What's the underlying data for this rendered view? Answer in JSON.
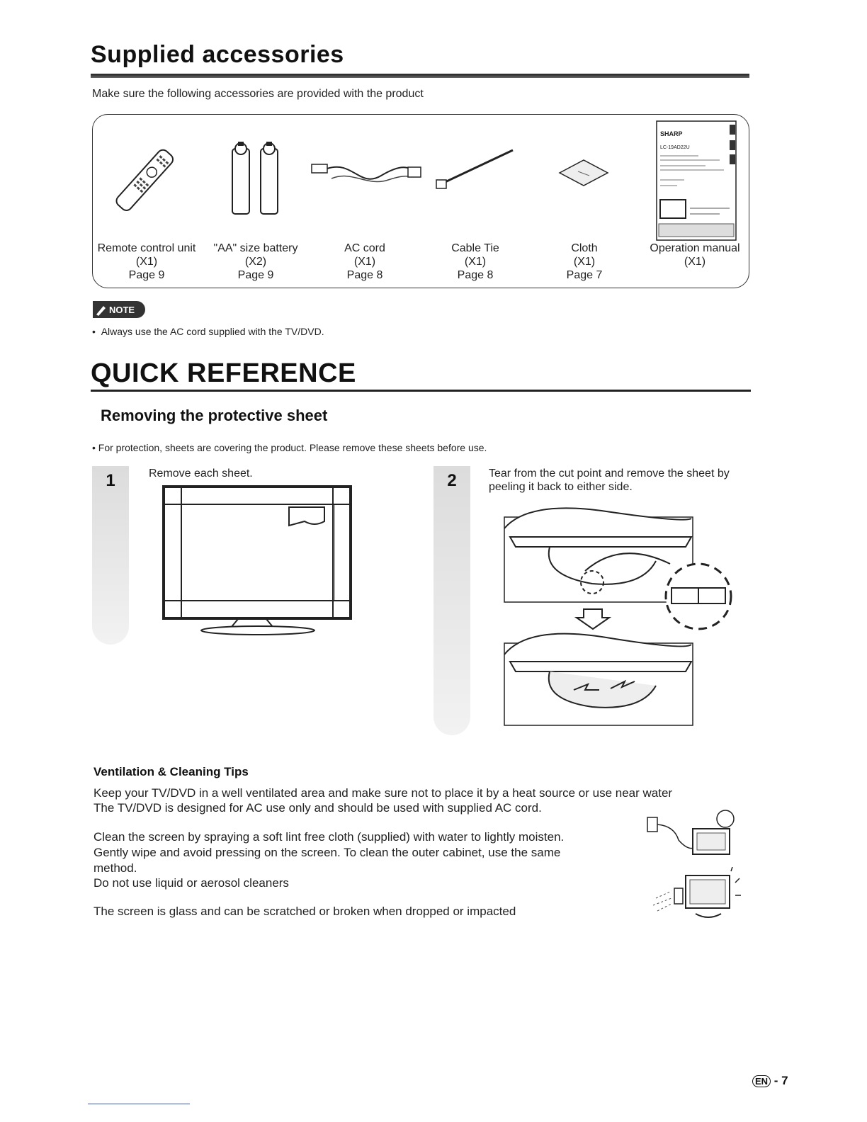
{
  "header": {
    "title": "Supplied accessories",
    "intro": "Make sure the following accessories are provided with the product"
  },
  "accessories": [
    {
      "name": "Remote control unit",
      "qty": "(X1)",
      "page": "Page 9",
      "icon": "remote-control-icon"
    },
    {
      "name": "\"AA\" size battery",
      "qty": "(X2)",
      "page": "Page 9",
      "icon": "battery-icon"
    },
    {
      "name": "AC cord",
      "qty": "(X1)",
      "page": "Page 8",
      "icon": "ac-cord-icon"
    },
    {
      "name": "Cable Tie",
      "qty": "(X1)",
      "page": "Page 8",
      "icon": "cable-tie-icon"
    },
    {
      "name": "Cloth",
      "qty": "(X1)",
      "page": "Page 7",
      "icon": "cloth-icon"
    },
    {
      "name": "Operation manual",
      "qty": "(X1)",
      "page": "",
      "icon": "manual-icon"
    }
  ],
  "manual_cover": {
    "brand": "SHARP",
    "model": "LC-19AD22U"
  },
  "note": {
    "badge": "NOTE",
    "bullet": "Always use the AC cord supplied with the TV/DVD."
  },
  "quick_reference": {
    "title": "QUICK REFERENCE",
    "subtitle": "Removing the protective sheet",
    "bullet": "For protection, sheets are covering the product. Please remove these sheets before use.",
    "steps": [
      {
        "number": "1",
        "text": "Remove each sheet."
      },
      {
        "number": "2",
        "text": "Tear from the cut point and remove the sheet by peeling it back to either side."
      }
    ]
  },
  "ventilation": {
    "title": "Ventilation & Cleaning Tips",
    "line1": "Keep your TV/DVD in a well ventilated area and make sure not to place it by a heat source or use near water",
    "line2": "The TV/DVD is designed for AC use only and should be used with supplied AC cord.",
    "clean1": "Clean the screen by spraying a soft lint free cloth (supplied) with water to lightly moisten.",
    "clean2": "Gently wipe and avoid pressing on the screen. To clean the outer cabinet, use the same",
    "clean3": "method.",
    "clean4": "Do not use liquid or aerosol cleaners",
    "glass": "The screen is glass and can be scratched or broken when dropped or impacted"
  },
  "footer": {
    "lang": "EN",
    "page": "- 7"
  }
}
